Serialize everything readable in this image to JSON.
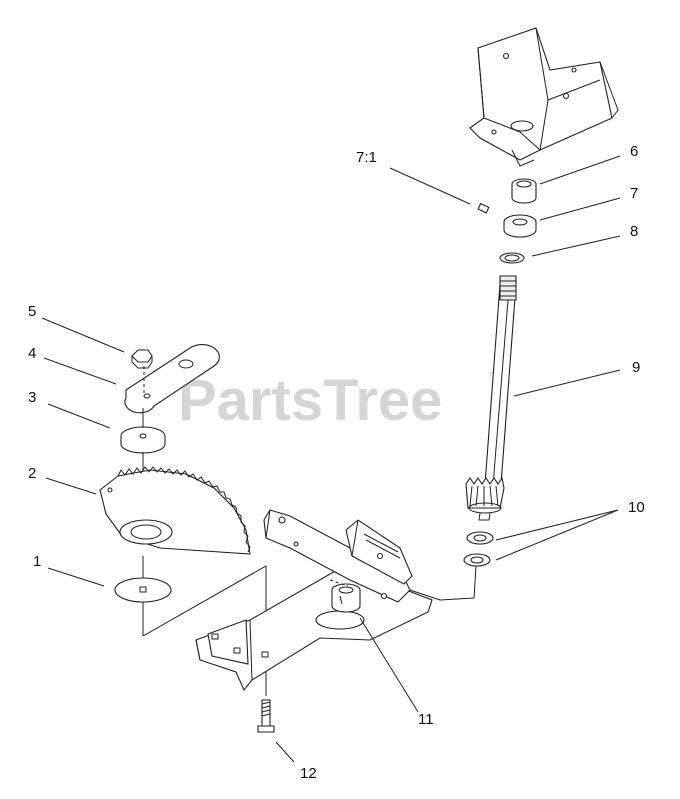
{
  "watermark": {
    "text": "PartsTree",
    "trademark": "™"
  },
  "callouts": {
    "c1": "1",
    "c2": "2",
    "c3": "3",
    "c4": "4",
    "c5": "5",
    "c6": "6",
    "c7": "7",
    "c7_1": "7:1",
    "c8": "8",
    "c9": "9",
    "c10": "10",
    "c11": "11",
    "c12": "12"
  }
}
